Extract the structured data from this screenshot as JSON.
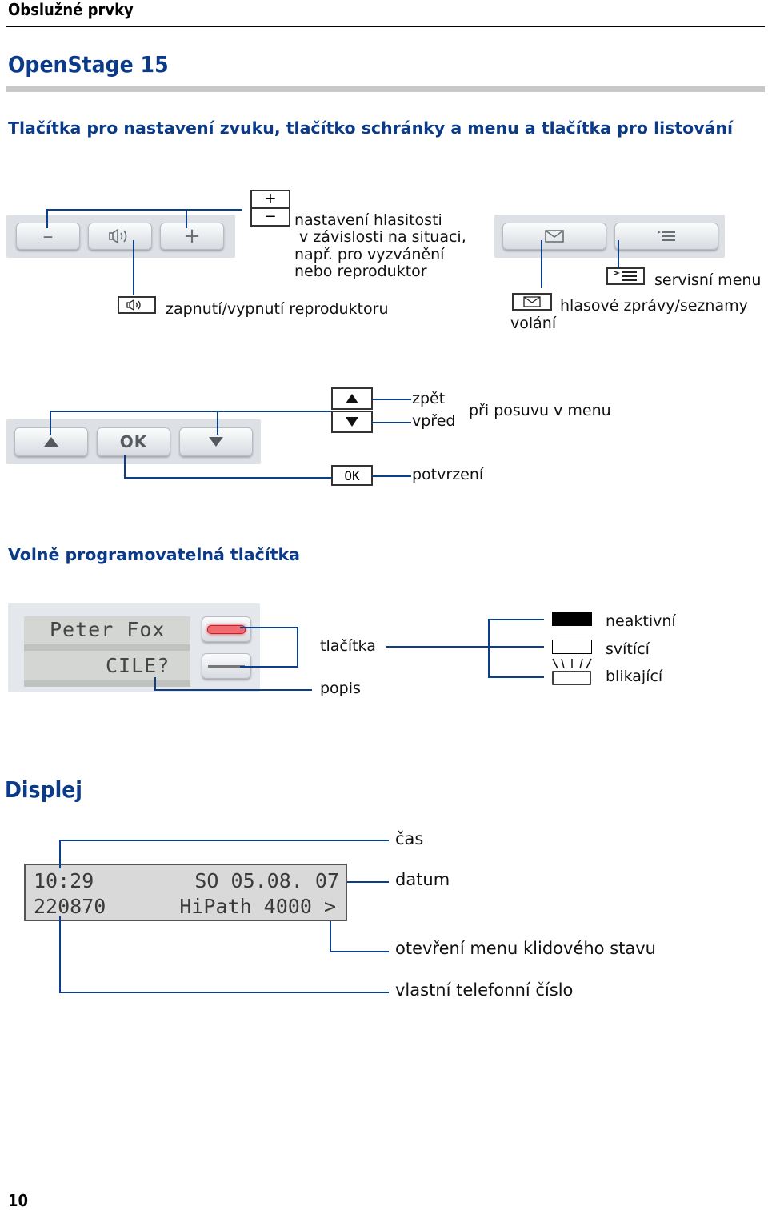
{
  "header": {
    "section_title": "Obslužné prvky",
    "product": "OpenStage 15",
    "subtitle": "Tlačítka pro nastavení zvuku, tlačítko schránky a menu a tlačítka pro listování"
  },
  "audio": {
    "volume_plus": "+",
    "volume_minus": "−",
    "volume_desc_1": "nastavení hlasitosti",
    "volume_desc_2": " v závislosti na situaci,",
    "volume_desc_3": "např. pro vyzvánění",
    "volume_desc_4": "nebo reproduktor",
    "speaker_desc": "zapnutí/vypnutí reproduktoru"
  },
  "mailbox": {
    "service_menu": "servisní menu",
    "voice_messages": "hlasové zprávy/seznamy",
    "calls": "volání"
  },
  "navigation": {
    "ok_key": "OK",
    "back": "zpět",
    "forward": "vpřed",
    "menu_scroll": "při posuvu v menu",
    "ok_label": "OK",
    "confirm": "potvrzení"
  },
  "programmable": {
    "title": "Volně programovatelná tlačítka",
    "line1": "Peter Fox",
    "line2": "CILE?",
    "keys_label": "tlačítka",
    "desc_label": "popis",
    "state_inactive": "neaktivní",
    "state_lit": "svítící",
    "state_blinking": "blikající"
  },
  "display": {
    "title": "Displej",
    "time_value": "10:29",
    "date_value": "SO 05.08. 07",
    "number_value": "220870",
    "system_value": "HiPath 4000 >",
    "time_label": "čas",
    "date_label": "datum",
    "idle_menu_label": "otevření menu klidového stavu",
    "own_number_label": "vlastní telefonní číslo"
  },
  "footer": {
    "page_number": "10"
  },
  "colors": {
    "accent_blue": "#0a3a88",
    "line_blue": "#0b3f8c",
    "rule_grey": "#c8c8c8",
    "led_red": "#e8323c"
  }
}
